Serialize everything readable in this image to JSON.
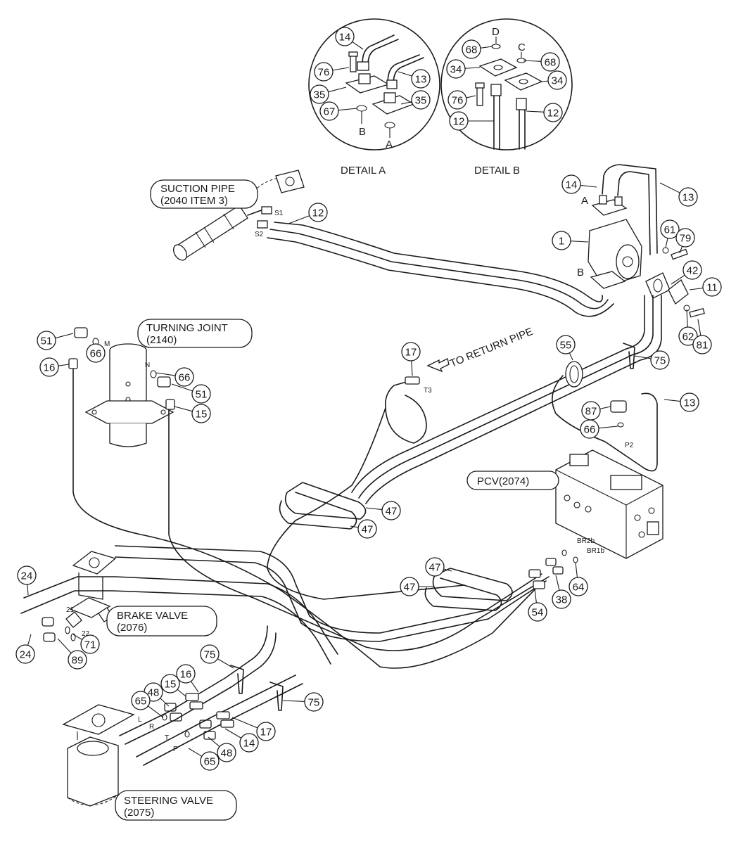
{
  "details": {
    "a_title": "DETAIL  A",
    "b_title": "DETAIL  B",
    "a_letters": [
      "B",
      "A"
    ],
    "b_letters": [
      "D",
      "C"
    ]
  },
  "labels": {
    "suction_pipe": [
      "SUCTION PIPE",
      "(2040 ITEM 3)"
    ],
    "turning_joint": [
      "TURNING JOINT",
      "(2140)"
    ],
    "pcv": [
      "PCV(2074)"
    ],
    "brake_valve": [
      "BRAKE VALVE",
      "(2076)"
    ],
    "steering_valve": [
      "STEERING VALVE",
      "(2075)"
    ],
    "to_return_pipe": "TO RETURN PIPE"
  },
  "port_labels": {
    "S1": "S1",
    "S2": "S2",
    "A": "A",
    "B": "B",
    "M": "M",
    "N": "N",
    "T3": "T3",
    "P2": "P2",
    "BR2b": "BR2b",
    "BR1b": "BR1b",
    "p21": "21",
    "p22": "22",
    "L": "L",
    "R": "R",
    "T": "T",
    "P": "P"
  },
  "callouts": [
    "14",
    "76",
    "35",
    "67",
    "13",
    "35",
    "68",
    "34",
    "76",
    "12",
    "68",
    "34",
    "12",
    "14",
    "13",
    "1",
    "61",
    "79",
    "42",
    "11",
    "62",
    "81",
    "12",
    "51",
    "66",
    "16",
    "66",
    "51",
    "15",
    "17",
    "55",
    "75",
    "87",
    "66",
    "13",
    "47",
    "47",
    "47",
    "47",
    "54",
    "38",
    "64",
    "24",
    "24",
    "71",
    "89",
    "75",
    "48",
    "15",
    "16",
    "65",
    "75",
    "14",
    "17",
    "48",
    "65"
  ]
}
